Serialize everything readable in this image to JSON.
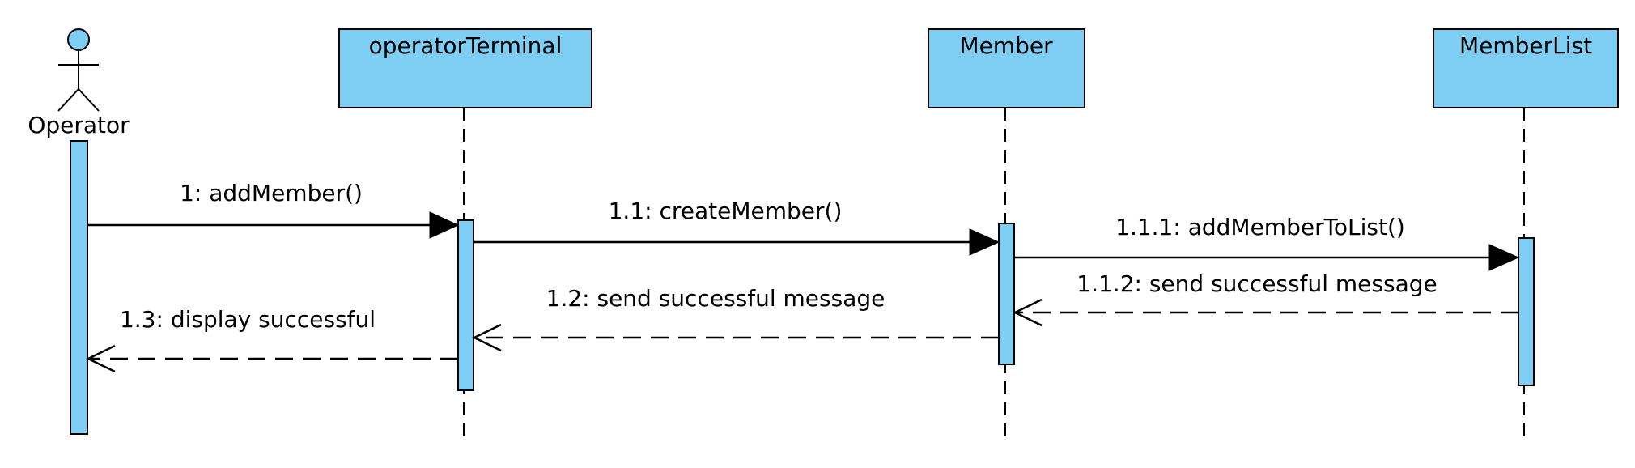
{
  "colors": {
    "fill": "#7ecef4",
    "stroke": "#000000",
    "background": "#ffffff"
  },
  "actor": {
    "name": "Operator",
    "icon": "stick-figure-icon"
  },
  "participants": [
    {
      "id": "operatorTerminal",
      "name": "operatorTerminal"
    },
    {
      "id": "member",
      "name": "Member"
    },
    {
      "id": "memberList",
      "name": "MemberList"
    }
  ],
  "messages": [
    {
      "id": "m1",
      "label": "1: addMember()",
      "from": "Operator",
      "to": "operatorTerminal",
      "kind": "call"
    },
    {
      "id": "m11",
      "label": "1.1: createMember()",
      "from": "operatorTerminal",
      "to": "Member",
      "kind": "call"
    },
    {
      "id": "m111",
      "label": "1.1.1: addMemberToList()",
      "from": "Member",
      "to": "MemberList",
      "kind": "call"
    },
    {
      "id": "m112",
      "label": "1.1.2: send successful message",
      "from": "MemberList",
      "to": "Member",
      "kind": "return"
    },
    {
      "id": "m12",
      "label": "1.2: send successful message",
      "from": "Member",
      "to": "operatorTerminal",
      "kind": "return"
    },
    {
      "id": "m13",
      "label": "1.3: display successful",
      "from": "operatorTerminal",
      "to": "Operator",
      "kind": "return"
    }
  ]
}
